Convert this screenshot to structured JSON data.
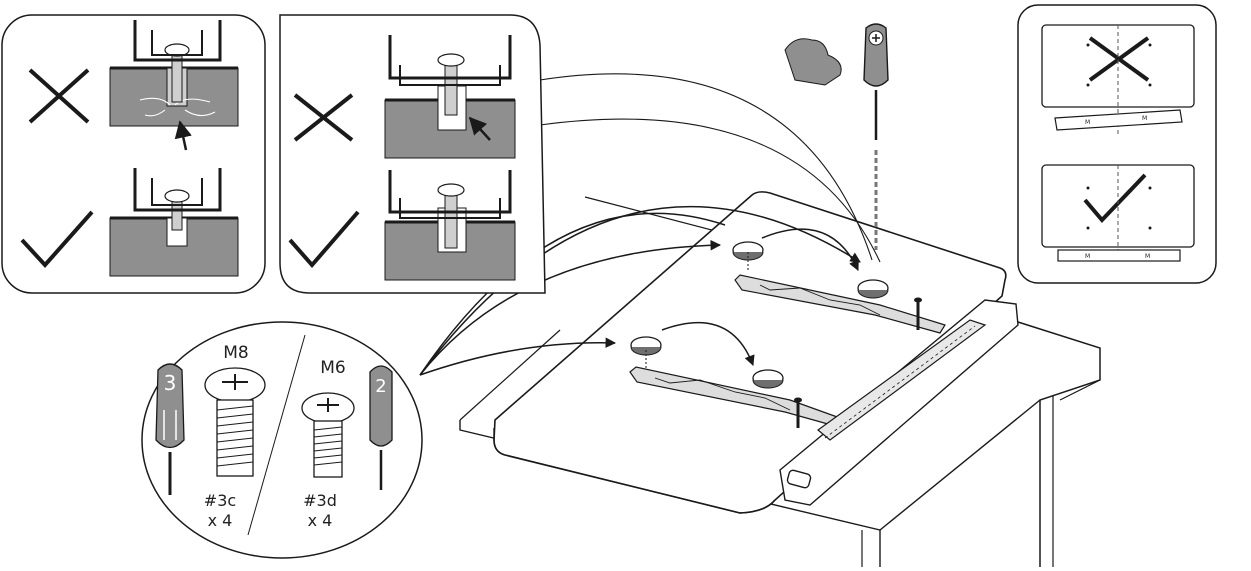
{
  "screw_kit": {
    "left": {
      "size_label": "M8",
      "part_label": "#3c",
      "qty_label": "x 4",
      "driver_number": "3"
    },
    "right": {
      "size_label": "M6",
      "part_label": "#3d",
      "qty_label": "x 4",
      "driver_number": "2"
    }
  },
  "bracket_marking": "M",
  "colors": {
    "line": "#1a1a1a",
    "panel_gray": "#8f8f8f",
    "arm_gray": "#9a9a9a",
    "arrow_fill": "#6f6f6f"
  },
  "icons": [
    "cross-icon",
    "check-icon",
    "screwdriver-icon",
    "arm-strength-icon",
    "rotate-arrow-icon",
    "screw-icon"
  ]
}
